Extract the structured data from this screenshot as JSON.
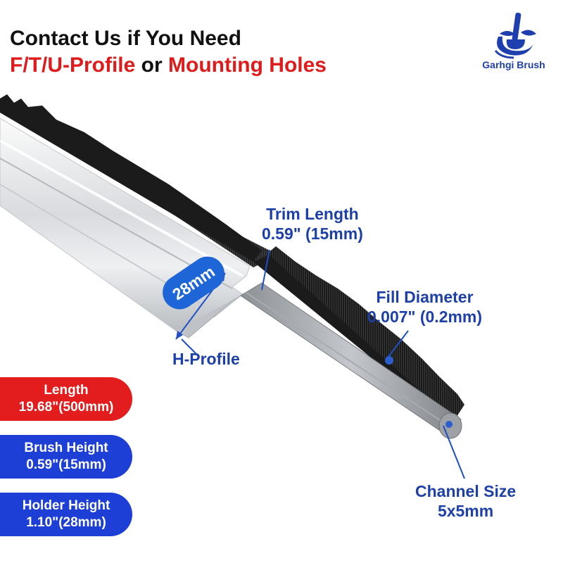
{
  "header": {
    "line1": "Contact Us if You Need",
    "line2_part1": "F/T/U-Profile",
    "line2_connector": " or ",
    "line2_part2": "Mounting Holes"
  },
  "brand": {
    "name": "Garhgi Brush"
  },
  "callouts": {
    "trim_length_label": "Trim Length",
    "trim_length_value": "0.59\" (15mm)",
    "fill_diameter_label": "Fill Diameter",
    "fill_diameter_value": "0.007\" (0.2mm)",
    "profile_label": "H-Profile",
    "profile_width_badge": "28mm",
    "channel_size_label": "Channel Size",
    "channel_size_value": "5x5mm"
  },
  "specs": [
    {
      "label": "Length",
      "value": "19.68\"(500mm)",
      "color": "#e31d1d"
    },
    {
      "label": "Brush Height",
      "value": "0.59\"(15mm)",
      "color": "#1e3fd6"
    },
    {
      "label": "Holder Height",
      "value": "1.10\"(28mm)",
      "color": "#1e3fd6"
    }
  ],
  "colors": {
    "accent_red": "#e01b1b",
    "accent_blue": "#1c3fa8",
    "badge_blue": "#1e66d8"
  }
}
